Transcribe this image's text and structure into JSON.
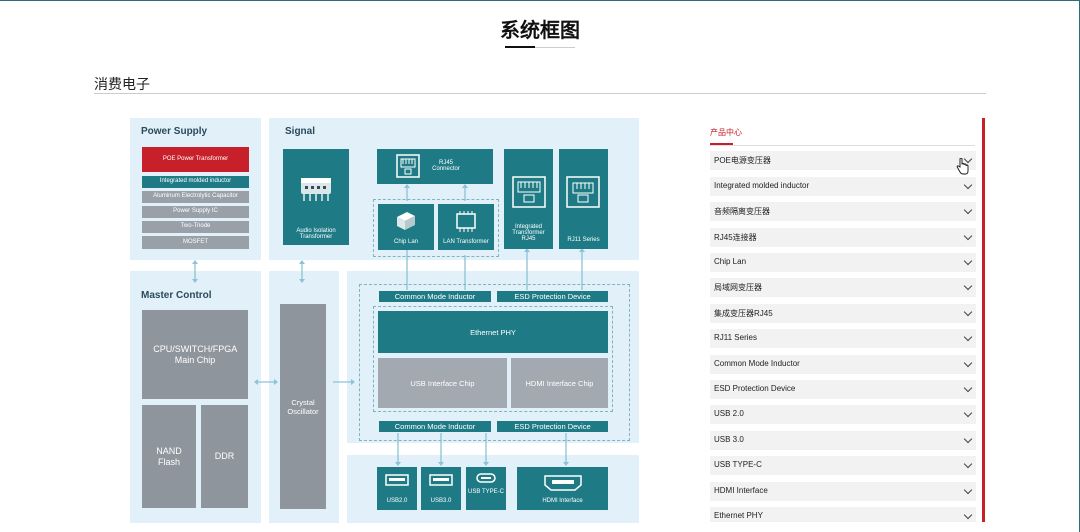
{
  "page_title": "系统框图",
  "section_title": "消费电子",
  "diagram": {
    "power_supply": {
      "title": "Power Supply",
      "items": [
        "POE Power Transformer",
        "Integrated molded inductor",
        "Aluminum Electrolytic Capacitor",
        "Power Supply IC",
        "Two-Triode",
        "MOSFET"
      ]
    },
    "signal": {
      "title": "Signal",
      "audio": "Audio Isolation Transformer",
      "rj45_connector": "RJ45 Connector",
      "chip_lan": "Chip Lan",
      "lan_transformer": "LAN Transformer",
      "integrated_rj45": "Integrated Transformer RJ45",
      "rj11": "RJ11 Series"
    },
    "master_control": {
      "title": "Master Control",
      "cpu": "CPU/SWITCH/FPGA Main Chip",
      "nand": "NAND Flash",
      "ddr": "DDR"
    },
    "crystal": "Crystal Oscillator",
    "network": {
      "cmi_top": "Common Mode Inductor",
      "esd_top": "ESD Protection Device",
      "ethernet_phy": "Ethernet PHY",
      "usb_chip": "USB Interface Chip",
      "hdmi_chip": "HDMI Interface Chip",
      "cmi_bottom": "Common Mode Inductor",
      "esd_bottom": "ESD Protection Device"
    },
    "ports": {
      "usb2": "USB2.0",
      "usb3": "USB3.0",
      "usbc": "USB TYPE-C",
      "hdmi": "HDMI Interface"
    }
  },
  "sidebar": {
    "title": "产品中心",
    "accent_color": "#c8202a",
    "items": [
      {
        "label": "POE电源变压器"
      },
      {
        "label": "Integrated molded inductor"
      },
      {
        "label": "音频隔离变压器"
      },
      {
        "label": "RJ45连接器"
      },
      {
        "label": "Chip Lan"
      },
      {
        "label": "局域网变压器"
      },
      {
        "label": "集成变压器RJ45"
      },
      {
        "label": "RJ11 Series"
      },
      {
        "label": "Common Mode Inductor"
      },
      {
        "label": "ESD Protection Device"
      },
      {
        "label": "USB 2.0"
      },
      {
        "label": "USB 3.0"
      },
      {
        "label": "USB TYPE-C"
      },
      {
        "label": "HDMI Interface"
      },
      {
        "label": "Ethernet PHY"
      }
    ]
  }
}
